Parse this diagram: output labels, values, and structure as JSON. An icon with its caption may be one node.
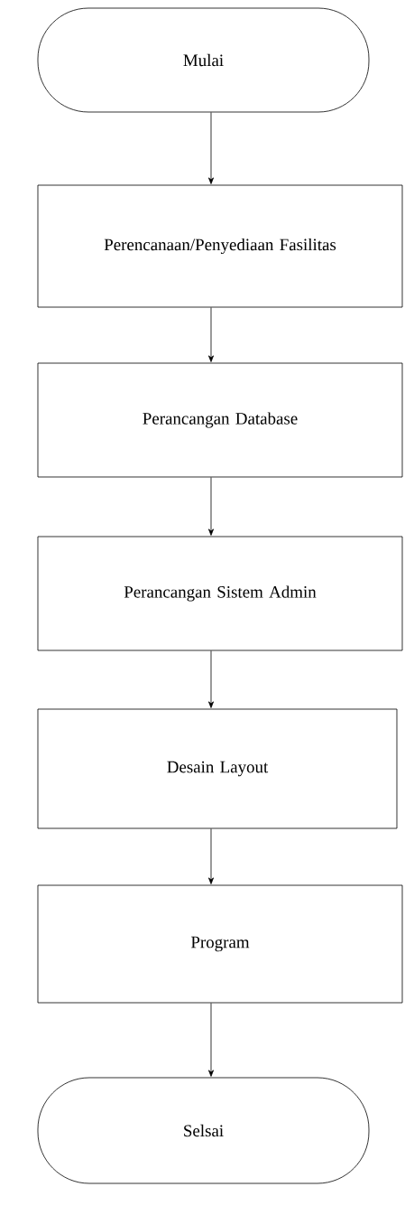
{
  "diagram": {
    "nodes": [
      {
        "text": [
          "Mulai"
        ]
      },
      {
        "text": [
          "Perencanaan/Penyediaan Fasilitas"
        ]
      },
      {
        "text": [
          "Perancangan Database"
        ]
      },
      {
        "text": [
          "Perancangan Sistem Admin"
        ]
      },
      {
        "text": [
          "Desain Layout"
        ]
      },
      {
        "text": [
          "Program"
        ]
      },
      {
        "text": [
          "Selsai"
        ]
      }
    ],
    "edges": [
      {
        "from": 0,
        "to": 1,
        "arrow": "to"
      },
      {
        "from": 1,
        "to": 2,
        "arrow": "to"
      },
      {
        "from": 2,
        "to": 3,
        "arrow": "to"
      },
      {
        "from": 3,
        "to": 4,
        "arrow": "to"
      },
      {
        "from": 4,
        "to": 5,
        "arrow": "to"
      },
      {
        "from": 5,
        "to": 6,
        "arrow": "to"
      }
    ]
  }
}
